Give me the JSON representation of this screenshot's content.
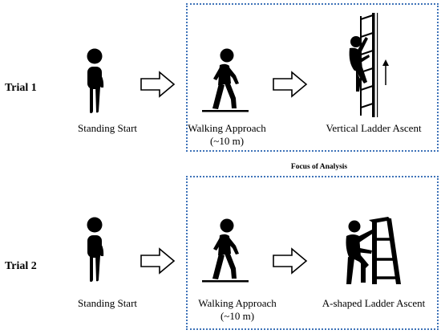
{
  "focus_label": "Focus of Analysis",
  "trials": [
    {
      "label": "Trial 1",
      "steps": [
        {
          "caption": "Standing Start",
          "icon": "standing-person-icon"
        },
        {
          "caption": "Walking Approach",
          "caption_sub": "(~10 m)",
          "icon": "walking-person-icon"
        },
        {
          "caption": "Vertical Ladder Ascent",
          "icon": "vertical-ladder-climber-icon"
        }
      ]
    },
    {
      "label": "Trial 2",
      "steps": [
        {
          "caption": "Standing Start",
          "icon": "standing-person-icon"
        },
        {
          "caption": "Walking Approach",
          "caption_sub": "(~10 m)",
          "icon": "walking-person-icon"
        },
        {
          "caption": "A-shaped Ladder Ascent",
          "icon": "a-frame-ladder-climber-icon"
        }
      ]
    }
  ],
  "colors": {
    "focus_border": "#3f73b8",
    "icon": "#000000"
  }
}
